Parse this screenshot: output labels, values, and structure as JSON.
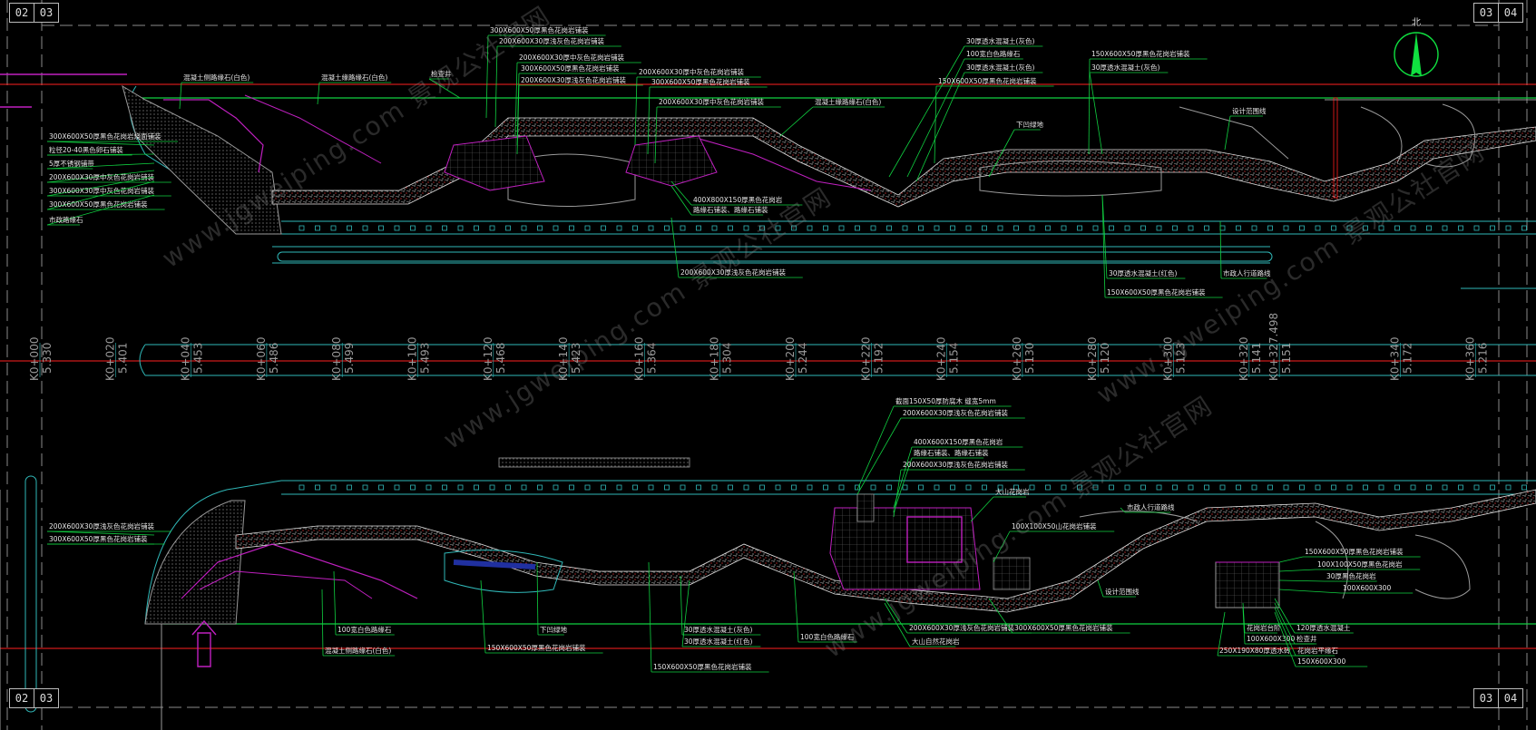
{
  "sheet_tags": {
    "top_left": [
      "02",
      "03"
    ],
    "top_right": [
      "03",
      "04"
    ],
    "bottom_left": [
      "02",
      "03"
    ],
    "bottom_right": [
      "03",
      "04"
    ]
  },
  "compass": {
    "label": "北"
  },
  "watermark": {
    "text": "www.jgweiping.com 景观公社官网"
  },
  "stations": [
    {
      "chainage": "K0+000",
      "elev": "5.330"
    },
    {
      "chainage": "K0+020",
      "elev": "5.401"
    },
    {
      "chainage": "K0+040",
      "elev": "5.453"
    },
    {
      "chainage": "K0+060",
      "elev": "5.486"
    },
    {
      "chainage": "K0+080",
      "elev": "5.499"
    },
    {
      "chainage": "K0+100",
      "elev": "5.493"
    },
    {
      "chainage": "K0+120",
      "elev": "5.468"
    },
    {
      "chainage": "K0+140",
      "elev": "5.423"
    },
    {
      "chainage": "K0+160",
      "elev": "5.364"
    },
    {
      "chainage": "K0+180",
      "elev": "5.304"
    },
    {
      "chainage": "K0+200",
      "elev": "5.244"
    },
    {
      "chainage": "K0+220",
      "elev": "5.192"
    },
    {
      "chainage": "K0+240",
      "elev": "5.154"
    },
    {
      "chainage": "K0+260",
      "elev": "5.130"
    },
    {
      "chainage": "K0+280",
      "elev": "5.120"
    },
    {
      "chainage": "K0+300",
      "elev": "5.123"
    },
    {
      "chainage": "K0+320",
      "elev": "5.141"
    },
    {
      "chainage": "K0+327.498",
      "elev": "5.151"
    },
    {
      "chainage": "K0+340",
      "elev": "5.172"
    },
    {
      "chainage": "K0+360",
      "elev": "5.216"
    }
  ],
  "annotations_top_left": [
    "混凝土侧路缘石(白色)",
    "混凝土缘路缘石(白色)",
    "检查井",
    "300X600X50厚黑色花岗岩烧面铺装",
    "粒径20-40黑色卵石铺装",
    "5厚不锈钢铺带",
    "200X600X30厚中灰色花岗岩铺装",
    "300X600X30厚中灰色花岗岩铺装",
    "300X600X50厚黑色花岗岩铺装",
    "市政路缘石"
  ],
  "annotations_top_center": [
    "300X600X50厚黑色花岗岩铺装",
    "200X600X30厚浅灰色花岗岩铺装",
    "200X600X30厚中灰色花岗岩铺装",
    "300X600X50厚黑色花岗岩铺装",
    "200X600X30厚浅灰色花岗岩铺装",
    "200X600X30厚中灰色花岗岩铺装",
    "300X600X50厚黑色花岗岩铺装",
    "200X600X30厚中灰色花岗岩铺装",
    "混凝土缘路缘石(白色)",
    "400X800X150厚黑色花岗岩",
    "路缘石铺装、路缘石铺装",
    "200X600X30厚浅灰色花岗岩铺装"
  ],
  "annotations_top_right": [
    "30厚透水混凝土(灰色)",
    "100宽白色路缘石",
    "30厚透水混凝土(灰色)",
    "150X600X50厚黑色花岗岩铺装",
    "150X600X50厚黑色花岗岩铺装",
    "30厚透水混凝土(灰色)",
    "下凹绿地",
    "设计范围线",
    "30厚透水混凝土(红色)",
    "市政人行道路线",
    "150X600X50厚黑色花岗岩铺装"
  ],
  "annotations_bottom": [
    "截面150X50厚防腐木 缝宽5mm",
    "200X600X30厚浅灰色花岗岩铺装",
    "400X600X150厚黑色花岗岩",
    "路缘石铺装、路缘石铺装",
    "200X600X30厚浅灰色花岗岩铺装",
    "大山花岗岩",
    "市政人行道路线",
    "100X100X50山花岗岩铺装",
    "设计范围线",
    "200X600X30厚浅灰色花岗岩铺装",
    "300X600X50厚黑色花岗岩铺装",
    "大山自然花岗岩",
    "200X600X30厚浅灰色花岗岩铺装",
    "300X600X50厚黑色花岗岩铺装",
    "100宽白色路缘石",
    "混凝土侧路缘石(白色)",
    "下凹绿地",
    "150X600X50厚黑色花岗岩铺装",
    "30厚透水混凝土(灰色)",
    "30厚透水混凝土(红色)",
    "150X600X50厚黑色花岗岩铺装",
    "100宽白色路缘石"
  ],
  "annotations_bottom_right": [
    "150X600X50厚黑色花岗岩铺装",
    "100X100X50厚黑色花岗岩",
    "30厚黑色花岗岩",
    "100X600X300",
    "花岗岩台阶",
    "100X600X300",
    "250X190X80厚透水砖",
    "120厚透水混凝土",
    "检查井",
    "花岗岩平缘石",
    "150X600X300"
  ],
  "colors": {
    "background": "#000000",
    "red_line": "#ff2020",
    "green_line": "#10d040",
    "cyan_line": "#30b8b8",
    "magenta_line": "#c020c0",
    "gray_line": "#9a9a9a",
    "label_text": "#e6e6e6",
    "chainage_text": "#9a9a9a",
    "compass": "#10e040"
  }
}
